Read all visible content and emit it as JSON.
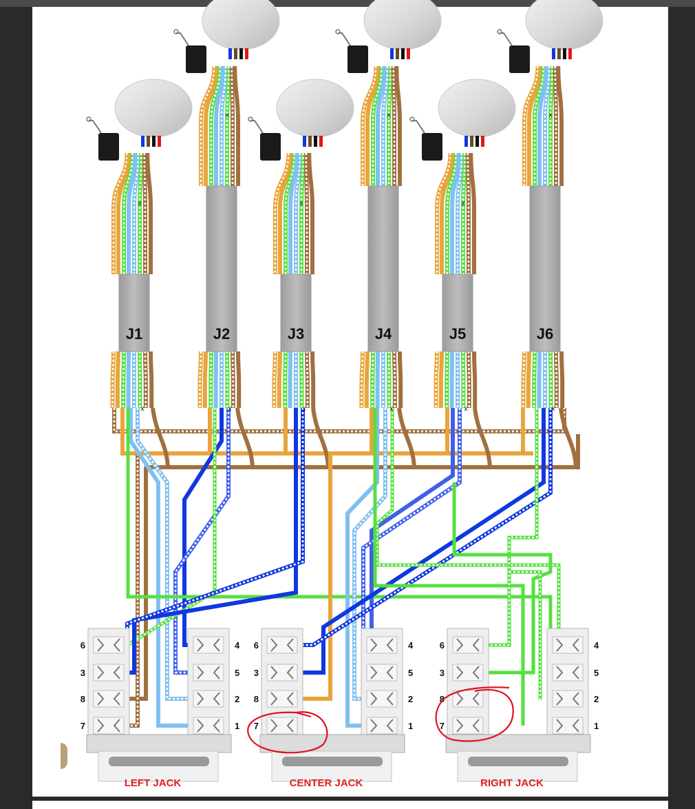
{
  "colors": {
    "orange": "#e8a53c",
    "brown": "#a0703f",
    "light_blue": "#80c0f0",
    "blue": "#1038e0",
    "mid_blue": "#4060e8",
    "green": "#55e040",
    "red_annotation": "#e01020",
    "cable_gray": "#a8a8a8"
  },
  "connectors": [
    {
      "id": "J1",
      "label": "J1"
    },
    {
      "id": "J2",
      "label": "J2"
    },
    {
      "id": "J3",
      "label": "J3"
    },
    {
      "id": "J4",
      "label": "J4"
    },
    {
      "id": "J5",
      "label": "J5"
    },
    {
      "id": "J6",
      "label": "J6"
    }
  ],
  "wire_marker": "x",
  "jacks": [
    {
      "id": "left",
      "title": "LEFT JACK",
      "left_pins": [
        "6",
        "3",
        "8",
        "7"
      ],
      "right_pins": [
        "4",
        "5",
        "2",
        "1"
      ]
    },
    {
      "id": "center",
      "title": "CENTER JACK",
      "left_pins": [
        "6",
        "3",
        "8",
        "7"
      ],
      "right_pins": [
        "4",
        "5",
        "2",
        "1"
      ]
    },
    {
      "id": "right",
      "title": "RIGHT JACK",
      "left_pins": [
        "6",
        "3",
        "8",
        "7"
      ],
      "right_pins": [
        "4",
        "5",
        "2",
        "1"
      ]
    }
  ]
}
